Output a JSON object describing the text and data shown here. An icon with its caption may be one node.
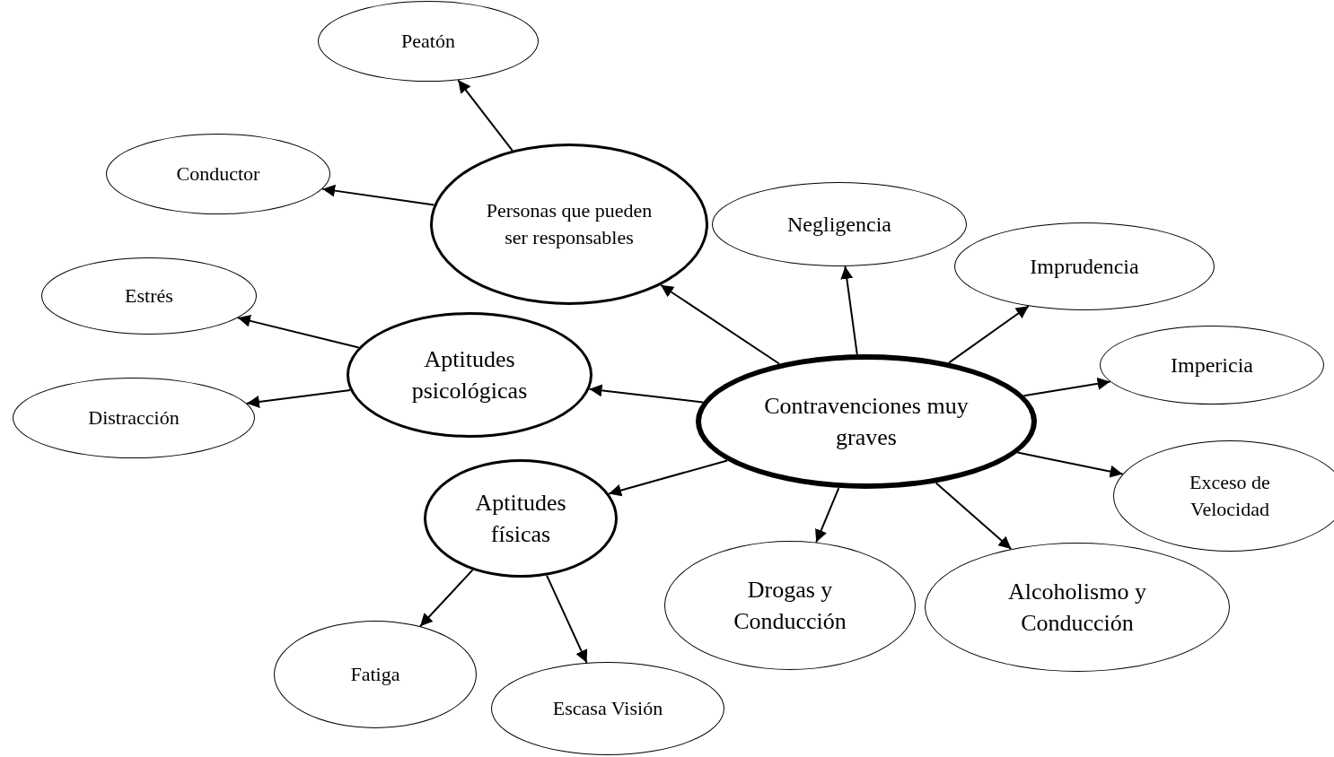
{
  "diagram": {
    "nodes": [
      {
        "text": [
          "Contravenciones muy graves"
        ]
      },
      {
        "text": [
          "Peatón"
        ]
      },
      {
        "text": [
          "Conductor"
        ]
      },
      {
        "text": [
          "Personas que pueden ser responsables"
        ]
      },
      {
        "text": [
          "Negligencia"
        ]
      },
      {
        "text": [
          "Imprudencia"
        ]
      },
      {
        "text": [
          "Estrés"
        ]
      },
      {
        "text": [
          "Aptitudes psicológicas"
        ]
      },
      {
        "text": [
          "Impericia"
        ]
      },
      {
        "text": [
          "Distracción"
        ]
      },
      {
        "text": [
          "Exceso de Velocidad"
        ]
      },
      {
        "text": [
          "Aptitudes físicas"
        ]
      },
      {
        "text": [
          "Drogas y Conducción"
        ]
      },
      {
        "text": [
          "Alcoholismo y Conducción"
        ]
      },
      {
        "text": [
          "Fatiga"
        ]
      },
      {
        "text": [
          "Escasa Visión"
        ]
      }
    ],
    "edges": [
      {
        "from": 0,
        "to": 3,
        "arrow": "to"
      },
      {
        "from": 0,
        "to": 4,
        "arrow": "to"
      },
      {
        "from": 0,
        "to": 5,
        "arrow": "to"
      },
      {
        "from": 0,
        "to": 8,
        "arrow": "to"
      },
      {
        "from": 0,
        "to": 10,
        "arrow": "to"
      },
      {
        "from": 0,
        "to": 13,
        "arrow": "to"
      },
      {
        "from": 0,
        "to": 12,
        "arrow": "to"
      },
      {
        "from": 0,
        "to": 11,
        "arrow": "to"
      },
      {
        "from": 0,
        "to": 7,
        "arrow": "to"
      },
      {
        "from": 3,
        "to": 1,
        "arrow": "to"
      },
      {
        "from": 3,
        "to": 2,
        "arrow": "to"
      },
      {
        "from": 7,
        "to": 6,
        "arrow": "to"
      },
      {
        "from": 7,
        "to": 9,
        "arrow": "to"
      },
      {
        "from": 11,
        "to": 14,
        "arrow": "to"
      },
      {
        "from": 11,
        "to": 15,
        "arrow": "to"
      }
    ]
  }
}
